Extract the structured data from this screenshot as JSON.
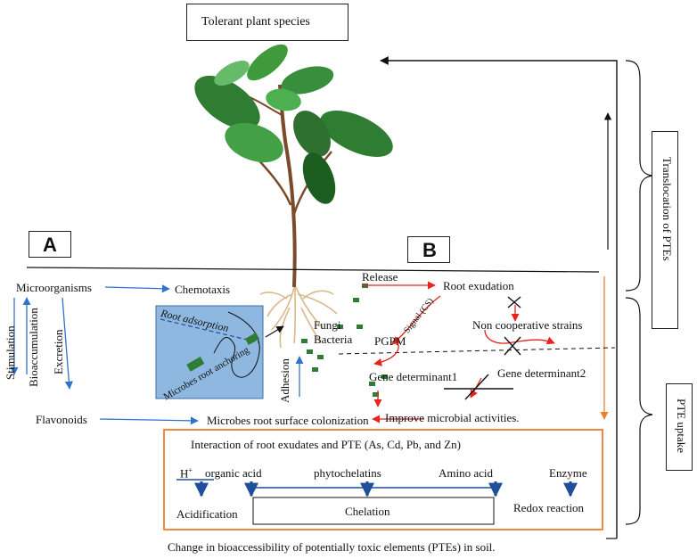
{
  "title": "Tolerant plant species",
  "panels": {
    "a": "A",
    "b": "B"
  },
  "side_labels": {
    "translocation": "Translocation of PTEs",
    "uptake": "PTE uptake"
  },
  "left": {
    "microorganisms": "Microorganisms",
    "chemotaxis": "Chemotaxis",
    "stimulation": "Stimulation",
    "bioaccumulation": "Bioaccumulation",
    "excretion": "Excretion",
    "flavonoids": "Flavonoids",
    "root_adsorption": "Root adsorption",
    "anchoring": "Microbes root anchoring",
    "adhesion": "Adhesion",
    "fungi": "Fungi",
    "bacteria": "Bacteria",
    "colonization": "Microbes root surface colonization"
  },
  "right": {
    "release": "Release",
    "root_exudation": "Root exudation",
    "signal": "Signal (CS)",
    "pgpm": "PGPM",
    "non_coop": "Non cooperative strains",
    "gene1": "Gene determinant1",
    "gene2": "Gene determinant2",
    "improve": "Improve microbial activities."
  },
  "interaction": {
    "title": "Interaction of root exudates and PTE (As, Cd, Pb, and Zn)",
    "h": "H",
    "h_sup": "+",
    "organic_acid": "organic acid",
    "phytochelatins": "phytochelatins",
    "amino_acid": "Amino acid",
    "enzyme": "Enzyme",
    "acidification": "Acidification",
    "chelation": "Chelation",
    "redox": "Redox reaction"
  },
  "footer": "Change in bioaccessibility of potentially toxic elements (PTEs) in soil.",
  "colors": {
    "blue_arrow": "#2e74c9",
    "red_arrow": "#e8231d",
    "orange_box": "#ed7d31",
    "leaf": "#2f7d32",
    "root_box": "#8fb8e0",
    "bacteria": "#2e7d32"
  }
}
